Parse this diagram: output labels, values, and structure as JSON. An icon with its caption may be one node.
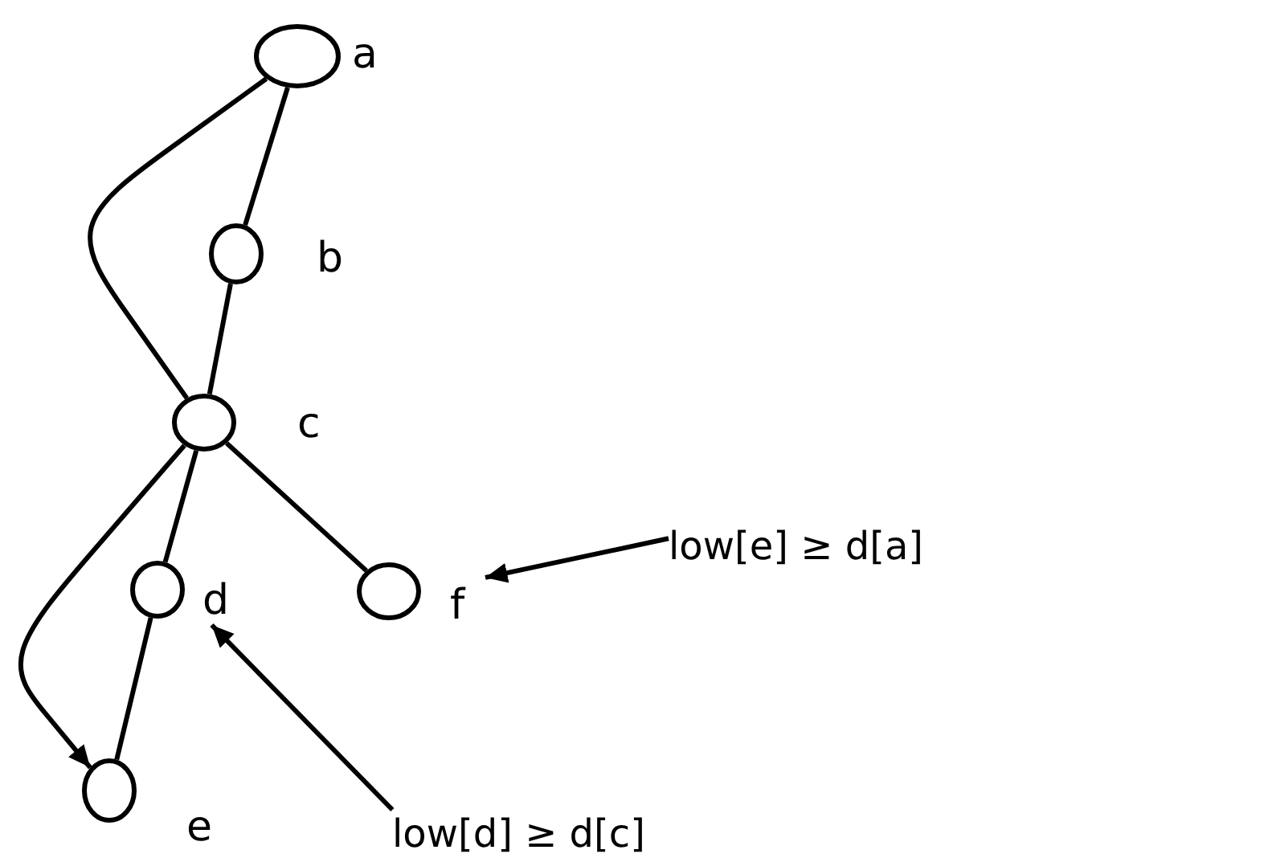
{
  "diagram": {
    "nodes": [
      {
        "text": [],
        "shape": "circle",
        "beside": [
          "a"
        ]
      },
      {
        "text": [],
        "shape": "circle",
        "beside": [
          "b"
        ]
      },
      {
        "text": [],
        "shape": "circle",
        "beside": [
          "c"
        ]
      },
      {
        "text": [],
        "shape": "circle",
        "beside": [
          "d"
        ]
      },
      {
        "text": [],
        "shape": "circle",
        "beside": [
          "f"
        ]
      },
      {
        "text": [],
        "shape": "circle",
        "beside": [
          "e"
        ]
      },
      {
        "text": [
          "low[e] ≥ d[a]"
        ]
      },
      {
        "text": [
          "low[d] ≥ d[c]"
        ]
      }
    ],
    "edges": [
      {
        "from": 0,
        "to": 1,
        "arrow": "none"
      },
      {
        "from": 1,
        "to": 2,
        "arrow": "none"
      },
      {
        "from": 2,
        "to": 3,
        "arrow": "none"
      },
      {
        "from": 2,
        "to": 4,
        "arrow": "none"
      },
      {
        "from": 3,
        "to": 5,
        "arrow": "none"
      },
      {
        "from": 2,
        "to": 0,
        "arrow": "none"
      },
      {
        "from": 2,
        "to": 5,
        "arrow": "to"
      },
      {
        "from": 6,
        "to": 4,
        "arrow": "to"
      },
      {
        "from": 7,
        "to": 3,
        "arrow": "to"
      }
    ]
  }
}
